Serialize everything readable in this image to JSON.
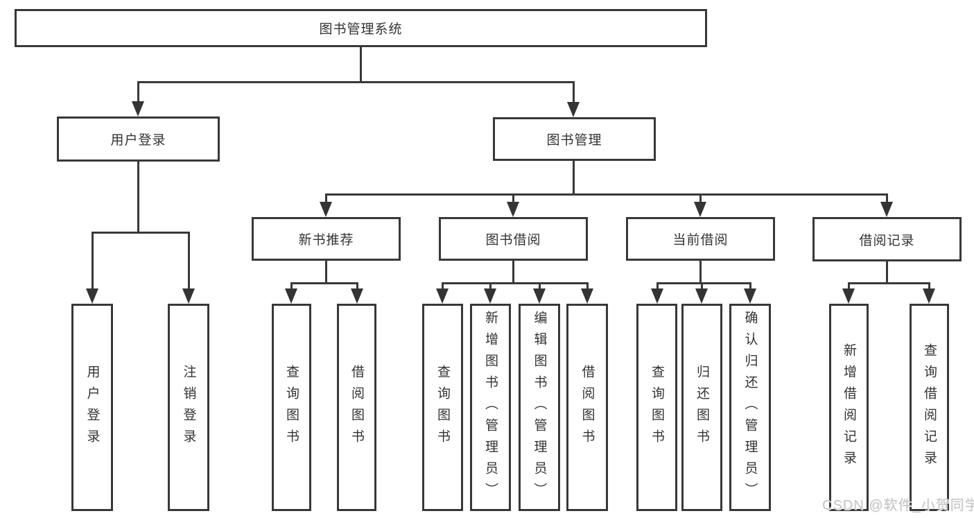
{
  "diagram_type": "hierarchy-tree",
  "tree": {
    "label": "图书管理系统",
    "children": [
      {
        "label": "用户登录",
        "children": [
          {
            "label": "用户登录"
          },
          {
            "label": "注销登录"
          }
        ]
      },
      {
        "label": "图书管理",
        "children": [
          {
            "label": "新书推荐",
            "children": [
              {
                "label": "查询图书"
              },
              {
                "label": "借阅图书"
              }
            ]
          },
          {
            "label": "图书借阅",
            "children": [
              {
                "label": "查询图书"
              },
              {
                "label": "新增图书（管理员）"
              },
              {
                "label": "编辑图书（管理员）"
              },
              {
                "label": "借阅图书"
              }
            ]
          },
          {
            "label": "当前借阅",
            "children": [
              {
                "label": "查询图书"
              },
              {
                "label": "归还图书"
              },
              {
                "label": "确认归还（管理员）"
              }
            ]
          },
          {
            "label": "借阅记录",
            "children": [
              {
                "label": "新增借阅记录"
              },
              {
                "label": "查询借阅记录"
              }
            ]
          }
        ]
      }
    ]
  },
  "watermark": {
    "text": "CSDN @软件_小贺同学"
  },
  "colors": {
    "background": "#ffffff",
    "line": "#383838",
    "text": "#333333",
    "watermark": "#c6c6c6"
  }
}
